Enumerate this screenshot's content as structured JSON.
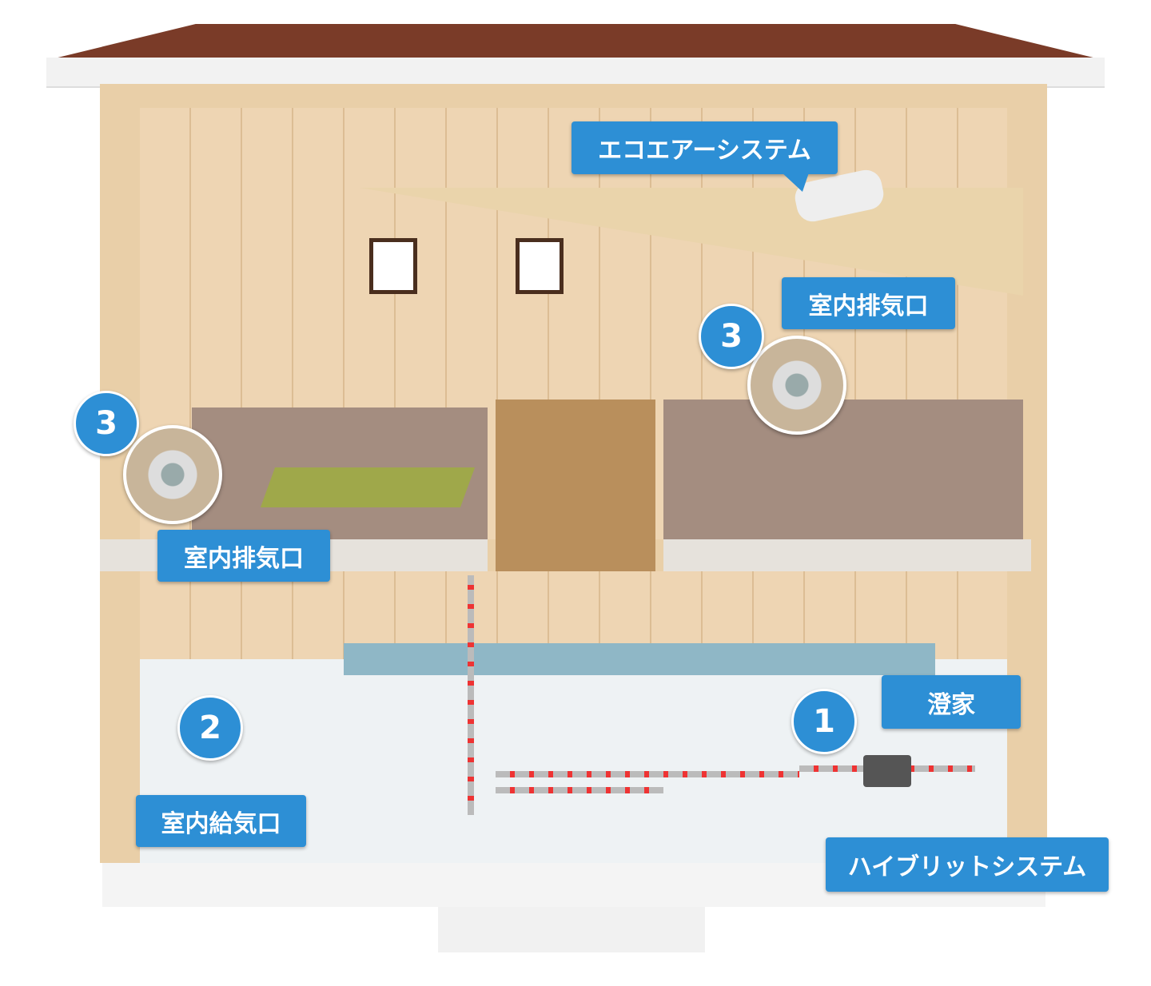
{
  "labels": {
    "eco_air": "エコエアーシステム",
    "exhaust_right": "室内排気口",
    "exhaust_left": "室内排気口",
    "supply": "室内給気口",
    "sumika": "澄家",
    "hybrid": "ハイブリットシステム"
  },
  "markers": {
    "exhaust_right": "3",
    "exhaust_left": "3",
    "supply": "2",
    "sumika": "1"
  },
  "colors": {
    "callout": "#2d8fd5",
    "roof": "#7a3b28",
    "wood": "#e9cfa8"
  }
}
